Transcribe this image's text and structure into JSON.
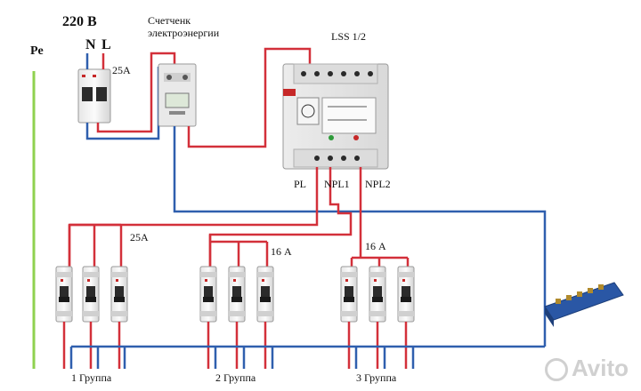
{
  "labels": {
    "voltage": "220 В",
    "neutral": "N",
    "line": "L",
    "pe": "Pe",
    "main_breaker_rating": "25A",
    "meter_line1": "Счетченк",
    "meter_line2": "электроэнергии",
    "relay_name": "LSS 1/2",
    "relay_pl": "PL",
    "relay_npl1": "NPL1",
    "relay_npl2": "NPL2",
    "group1_rating": "25A",
    "group2_rating": "16 А",
    "group3_rating": "16 А",
    "group1": "1 Группа",
    "group2": "2 Группа",
    "group3": "3 Группа",
    "watermark": "Avito"
  },
  "colors": {
    "phase_wire": "#d3303a",
    "neutral_wire": "#2f5fae",
    "earth_wire": "#8fd14f",
    "bus_bar": "#2a57a5"
  },
  "icons": [
    "circuit-breaker-icon",
    "energy-meter-icon",
    "load-shedding-relay-icon",
    "neutral-bus-bar-icon",
    "avito-logo-icon"
  ]
}
